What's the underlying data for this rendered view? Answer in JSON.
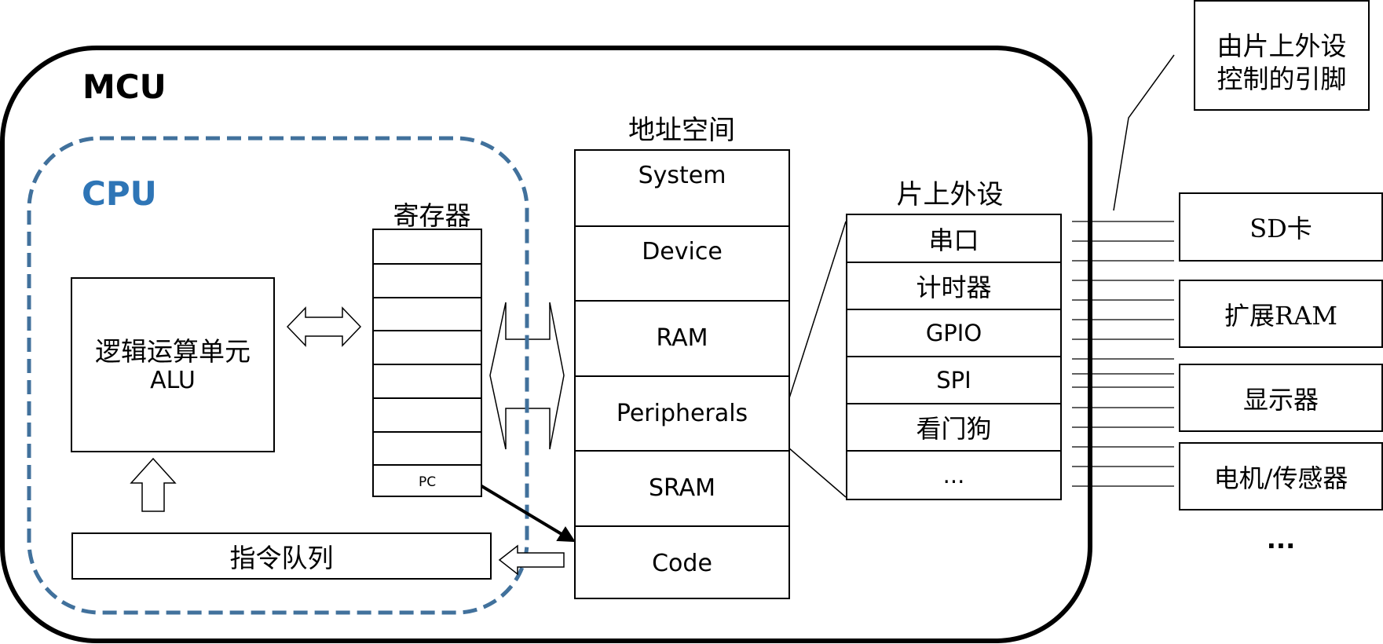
{
  "mcu": {
    "label": "MCU"
  },
  "cpu": {
    "label": "CPU",
    "color": "#2e75b6",
    "border_color": "#41719c"
  },
  "alu": {
    "label_cn": "逻辑运算单元",
    "label_en": "ALU"
  },
  "registers": {
    "title": "寄存器",
    "cells": [
      "",
      "",
      "",
      "",
      "",
      "",
      "",
      "PC"
    ]
  },
  "instruction_queue": {
    "label": "指令队列"
  },
  "address_space": {
    "title": "地址空间",
    "regions": [
      "System",
      "Device",
      "RAM",
      "Peripherals",
      "SRAM",
      "Code"
    ]
  },
  "peripherals": {
    "title": "片上外设",
    "items": [
      "串口",
      "计时器",
      "GPIO",
      "SPI",
      "看门狗",
      "..."
    ]
  },
  "callout": {
    "line1": "由片上外设",
    "line2": "控制的引脚"
  },
  "external_devices": {
    "items": [
      "SD卡",
      "扩展RAM",
      "显示器",
      "电机/传感器"
    ],
    "more": "..."
  }
}
